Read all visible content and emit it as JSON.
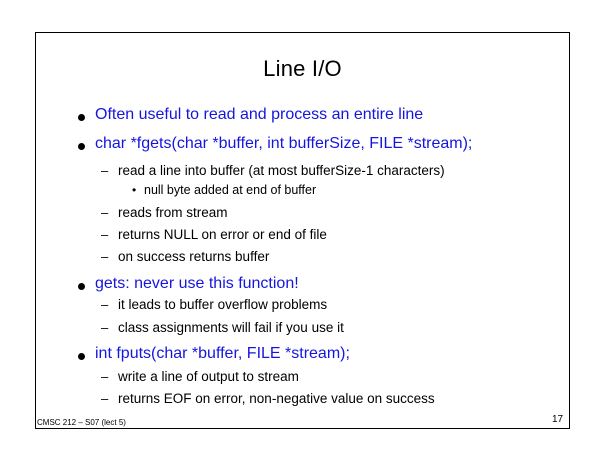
{
  "slide": {
    "title": "Line I/O",
    "bullets": [
      "Often useful to read and process an entire line",
      "char *fgets(char *buffer, int bufferSize, FILE *stream);",
      "gets: never use this function!",
      "int fputs(char *buffer, FILE *stream);"
    ],
    "sub": {
      "fgets": [
        "read a line into buffer (at most bufferSize-1 characters)",
        "reads from stream",
        "returns NULL on error or end of file",
        "on success returns buffer"
      ],
      "fgets_sub3": "null byte added at end of buffer",
      "gets": [
        "it leads to buffer overflow problems",
        "class assignments will fail if you use it"
      ],
      "fputs": [
        "write a line of output to stream",
        "returns EOF on error, non-negative value on success"
      ]
    },
    "dash": "–",
    "dot": "•"
  },
  "footer": {
    "course": "CMSC 212 – S07 (lect 5)",
    "page_number": "17"
  },
  "colors": {
    "bullet_text": "#1515e0",
    "body_text": "#000000",
    "background": "#ffffff"
  }
}
